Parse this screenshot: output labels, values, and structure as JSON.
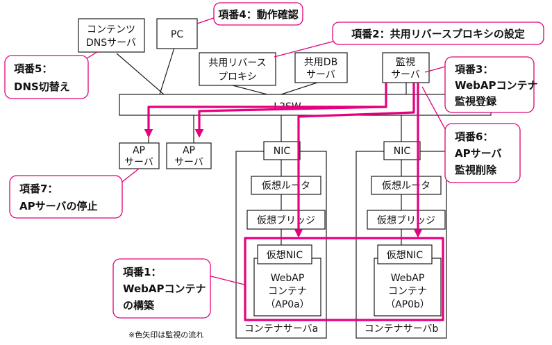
{
  "servers": {
    "contents_dns": [
      "コンテンツ",
      "DNSサーバ"
    ],
    "pc": "PC",
    "rproxy": [
      "共用リバース",
      "プロキシ"
    ],
    "db": [
      "共用DB",
      "サーバ"
    ],
    "monitor": [
      "監視",
      "サーバ"
    ],
    "l2sw": "L2SW",
    "ap1": [
      "AP",
      "サーバ"
    ],
    "ap2": [
      "AP",
      "サーバ"
    ]
  },
  "container_a": {
    "nic": "NIC",
    "vrouter": "仮想ルータ",
    "vbridge": "仮想ブリッジ",
    "vnic": "仮想NIC",
    "container": [
      "WebAP",
      "コンテナ",
      "（AP0a）"
    ],
    "label": "コンテナサーバa"
  },
  "container_b": {
    "nic": "NIC",
    "vrouter": "仮想ルータ",
    "vbridge": "仮想ブリッジ",
    "vnic": "仮想NIC",
    "container": [
      "WebAP",
      "コンテナ",
      "（AP0b）"
    ],
    "label": "コンテナサーバb"
  },
  "callouts": {
    "c1": [
      "項番1：",
      "WebAPコンテナ",
      "の構築"
    ],
    "c2": "項番2：共用リバースプロキシの設定",
    "c3": [
      "項番3：",
      "WebAPコンテナ",
      "監視登録"
    ],
    "c4": "項番4：動作確認",
    "c5": [
      "項番5：",
      "DNS切替え"
    ],
    "c6": [
      "項番6：",
      "APサーバ",
      "監視削除"
    ],
    "c7": [
      "項番7：",
      "APサーバの停止"
    ]
  },
  "note": "※色矢印は監視の流れ",
  "colors": {
    "accent": "#e5007f",
    "line": "#1a1a1a"
  }
}
